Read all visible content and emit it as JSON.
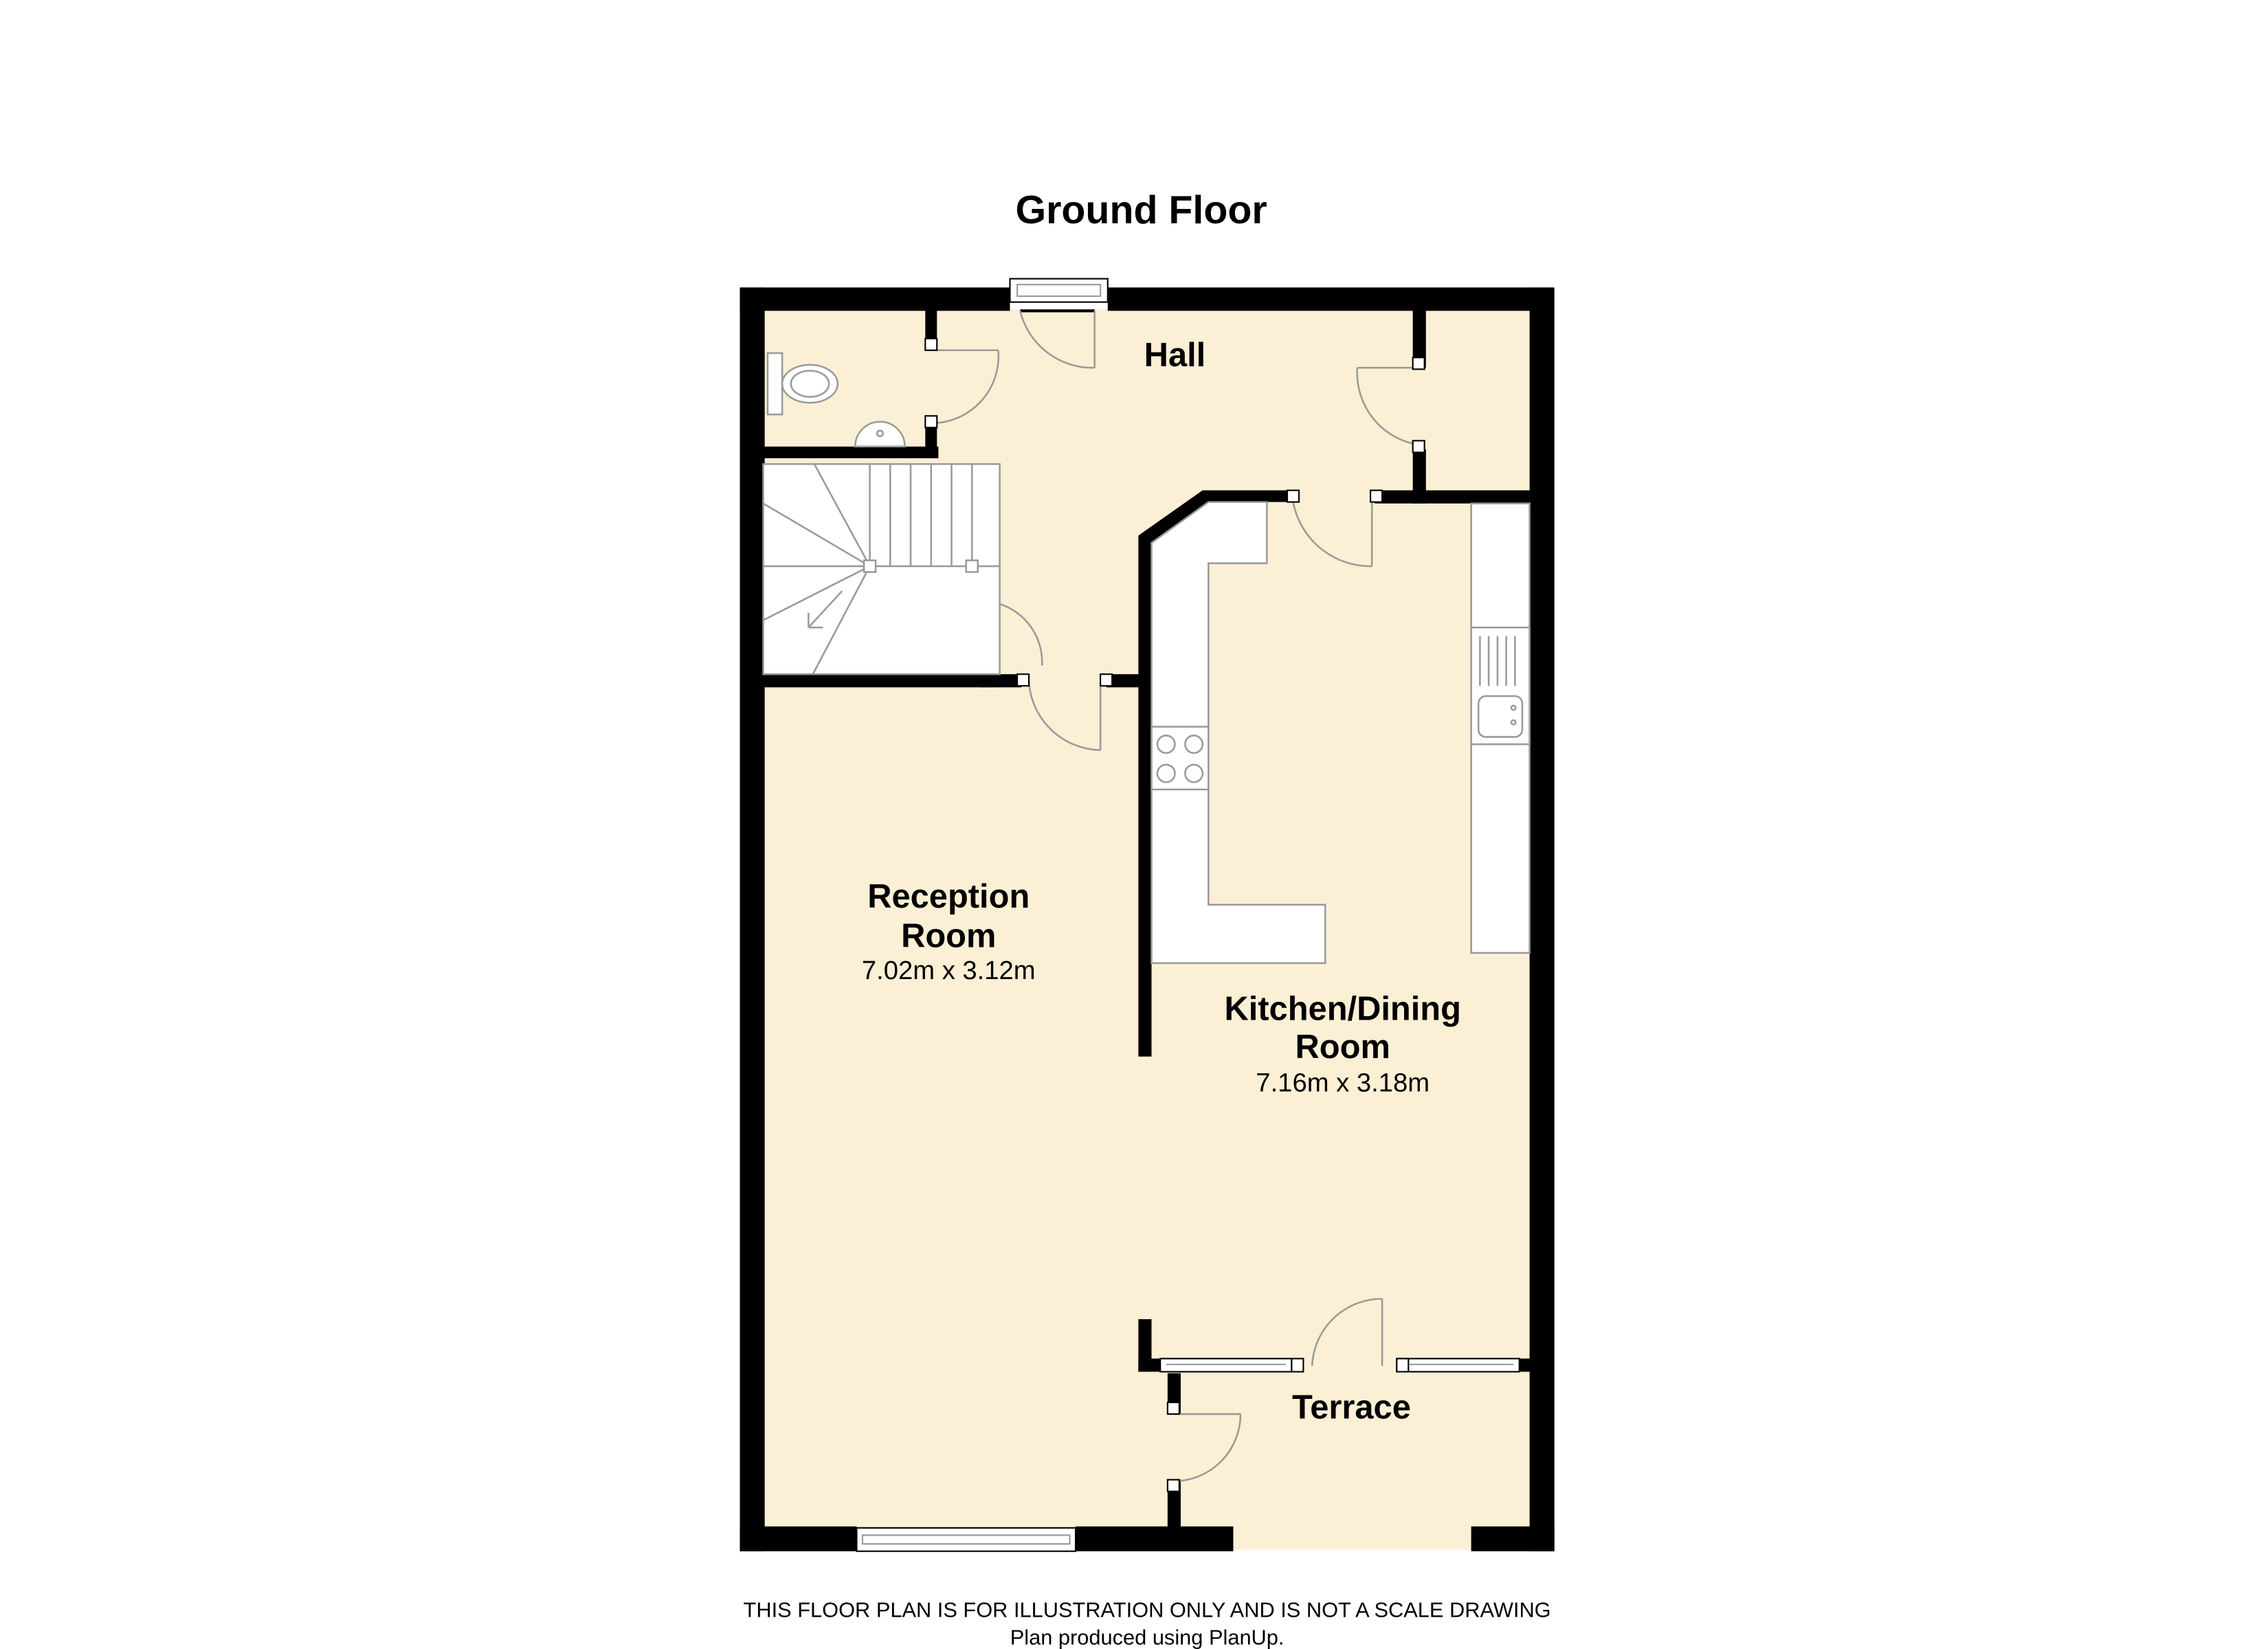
{
  "title": "Ground Floor",
  "colors": {
    "floor": "#fbefd5",
    "wall": "#000000",
    "fixture": "#ffffff",
    "line": "#9a9a9a"
  },
  "rooms": {
    "hall": {
      "name": "Hall"
    },
    "reception": {
      "name_line1": "Reception",
      "name_line2": "Room",
      "dimensions": "7.02m x 3.12m"
    },
    "kitchen": {
      "name_line1": "Kitchen/Dining",
      "name_line2": "Room",
      "dimensions": "7.16m x 3.18m"
    },
    "terrace": {
      "name": "Terrace"
    }
  },
  "footer": {
    "disclaimer": "THIS FLOOR PLAN IS FOR ILLUSTRATION ONLY AND IS NOT A SCALE DRAWING",
    "credit": "Plan produced using PlanUp."
  }
}
